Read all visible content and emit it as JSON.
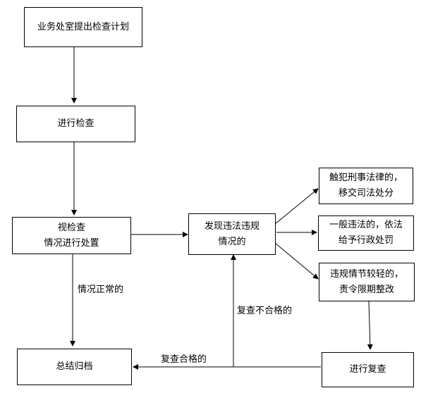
{
  "nodes": {
    "plan": "业务处室提出检查计划",
    "inspect": "进行检查",
    "dispose": [
      "视检查",
      "情况进行处置"
    ],
    "violation": [
      "发现违法违规",
      "情况的"
    ],
    "criminal": [
      "触犯刑事法律的，",
      "移交司法处分"
    ],
    "general": [
      "一般违法的，依法",
      "给予行政处罚"
    ],
    "minor": [
      "违规情节较轻的，",
      "责令限期整改"
    ],
    "recheck": "进行复查",
    "archive": "总结归档"
  },
  "labels": {
    "normal": "情况正常的",
    "failed": "复查不合格的",
    "passed": "复查合格的"
  }
}
